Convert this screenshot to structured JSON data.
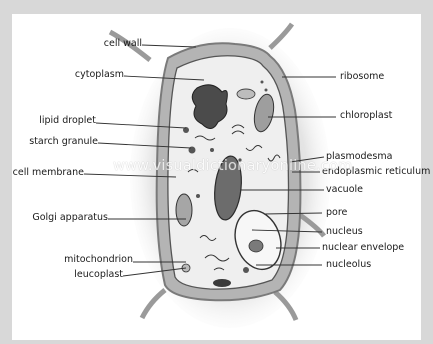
{
  "diagram": {
    "labels_left": [
      {
        "key": "cell_wall",
        "text": "cell wall"
      },
      {
        "key": "cytoplasm",
        "text": "cytoplasm"
      },
      {
        "key": "lipid_droplet",
        "text": "lipid droplet"
      },
      {
        "key": "starch_granule",
        "text": "starch granule"
      },
      {
        "key": "cell_membrane",
        "text": "cell membrane"
      },
      {
        "key": "golgi_apparatus",
        "text": "Golgi apparatus"
      },
      {
        "key": "mitochondrion",
        "text": "mitochondrion"
      },
      {
        "key": "leucoplast",
        "text": "leucoplast"
      }
    ],
    "labels_right": [
      {
        "key": "ribosome",
        "text": "ribosome"
      },
      {
        "key": "chloroplast",
        "text": "chloroplast"
      },
      {
        "key": "plasmodesma",
        "text": "plasmodesma"
      },
      {
        "key": "endoplasmic_reticulum",
        "text": "endoplasmic reticulum"
      },
      {
        "key": "vacuole",
        "text": "vacuole"
      },
      {
        "key": "pore",
        "text": "pore"
      },
      {
        "key": "nucleus",
        "text": "nucleus"
      },
      {
        "key": "nuclear_envelope",
        "text": "nuclear envelope"
      },
      {
        "key": "nucleolus",
        "text": "nucleolus"
      }
    ],
    "watermark": "www.visualdictionaryonline.com"
  }
}
